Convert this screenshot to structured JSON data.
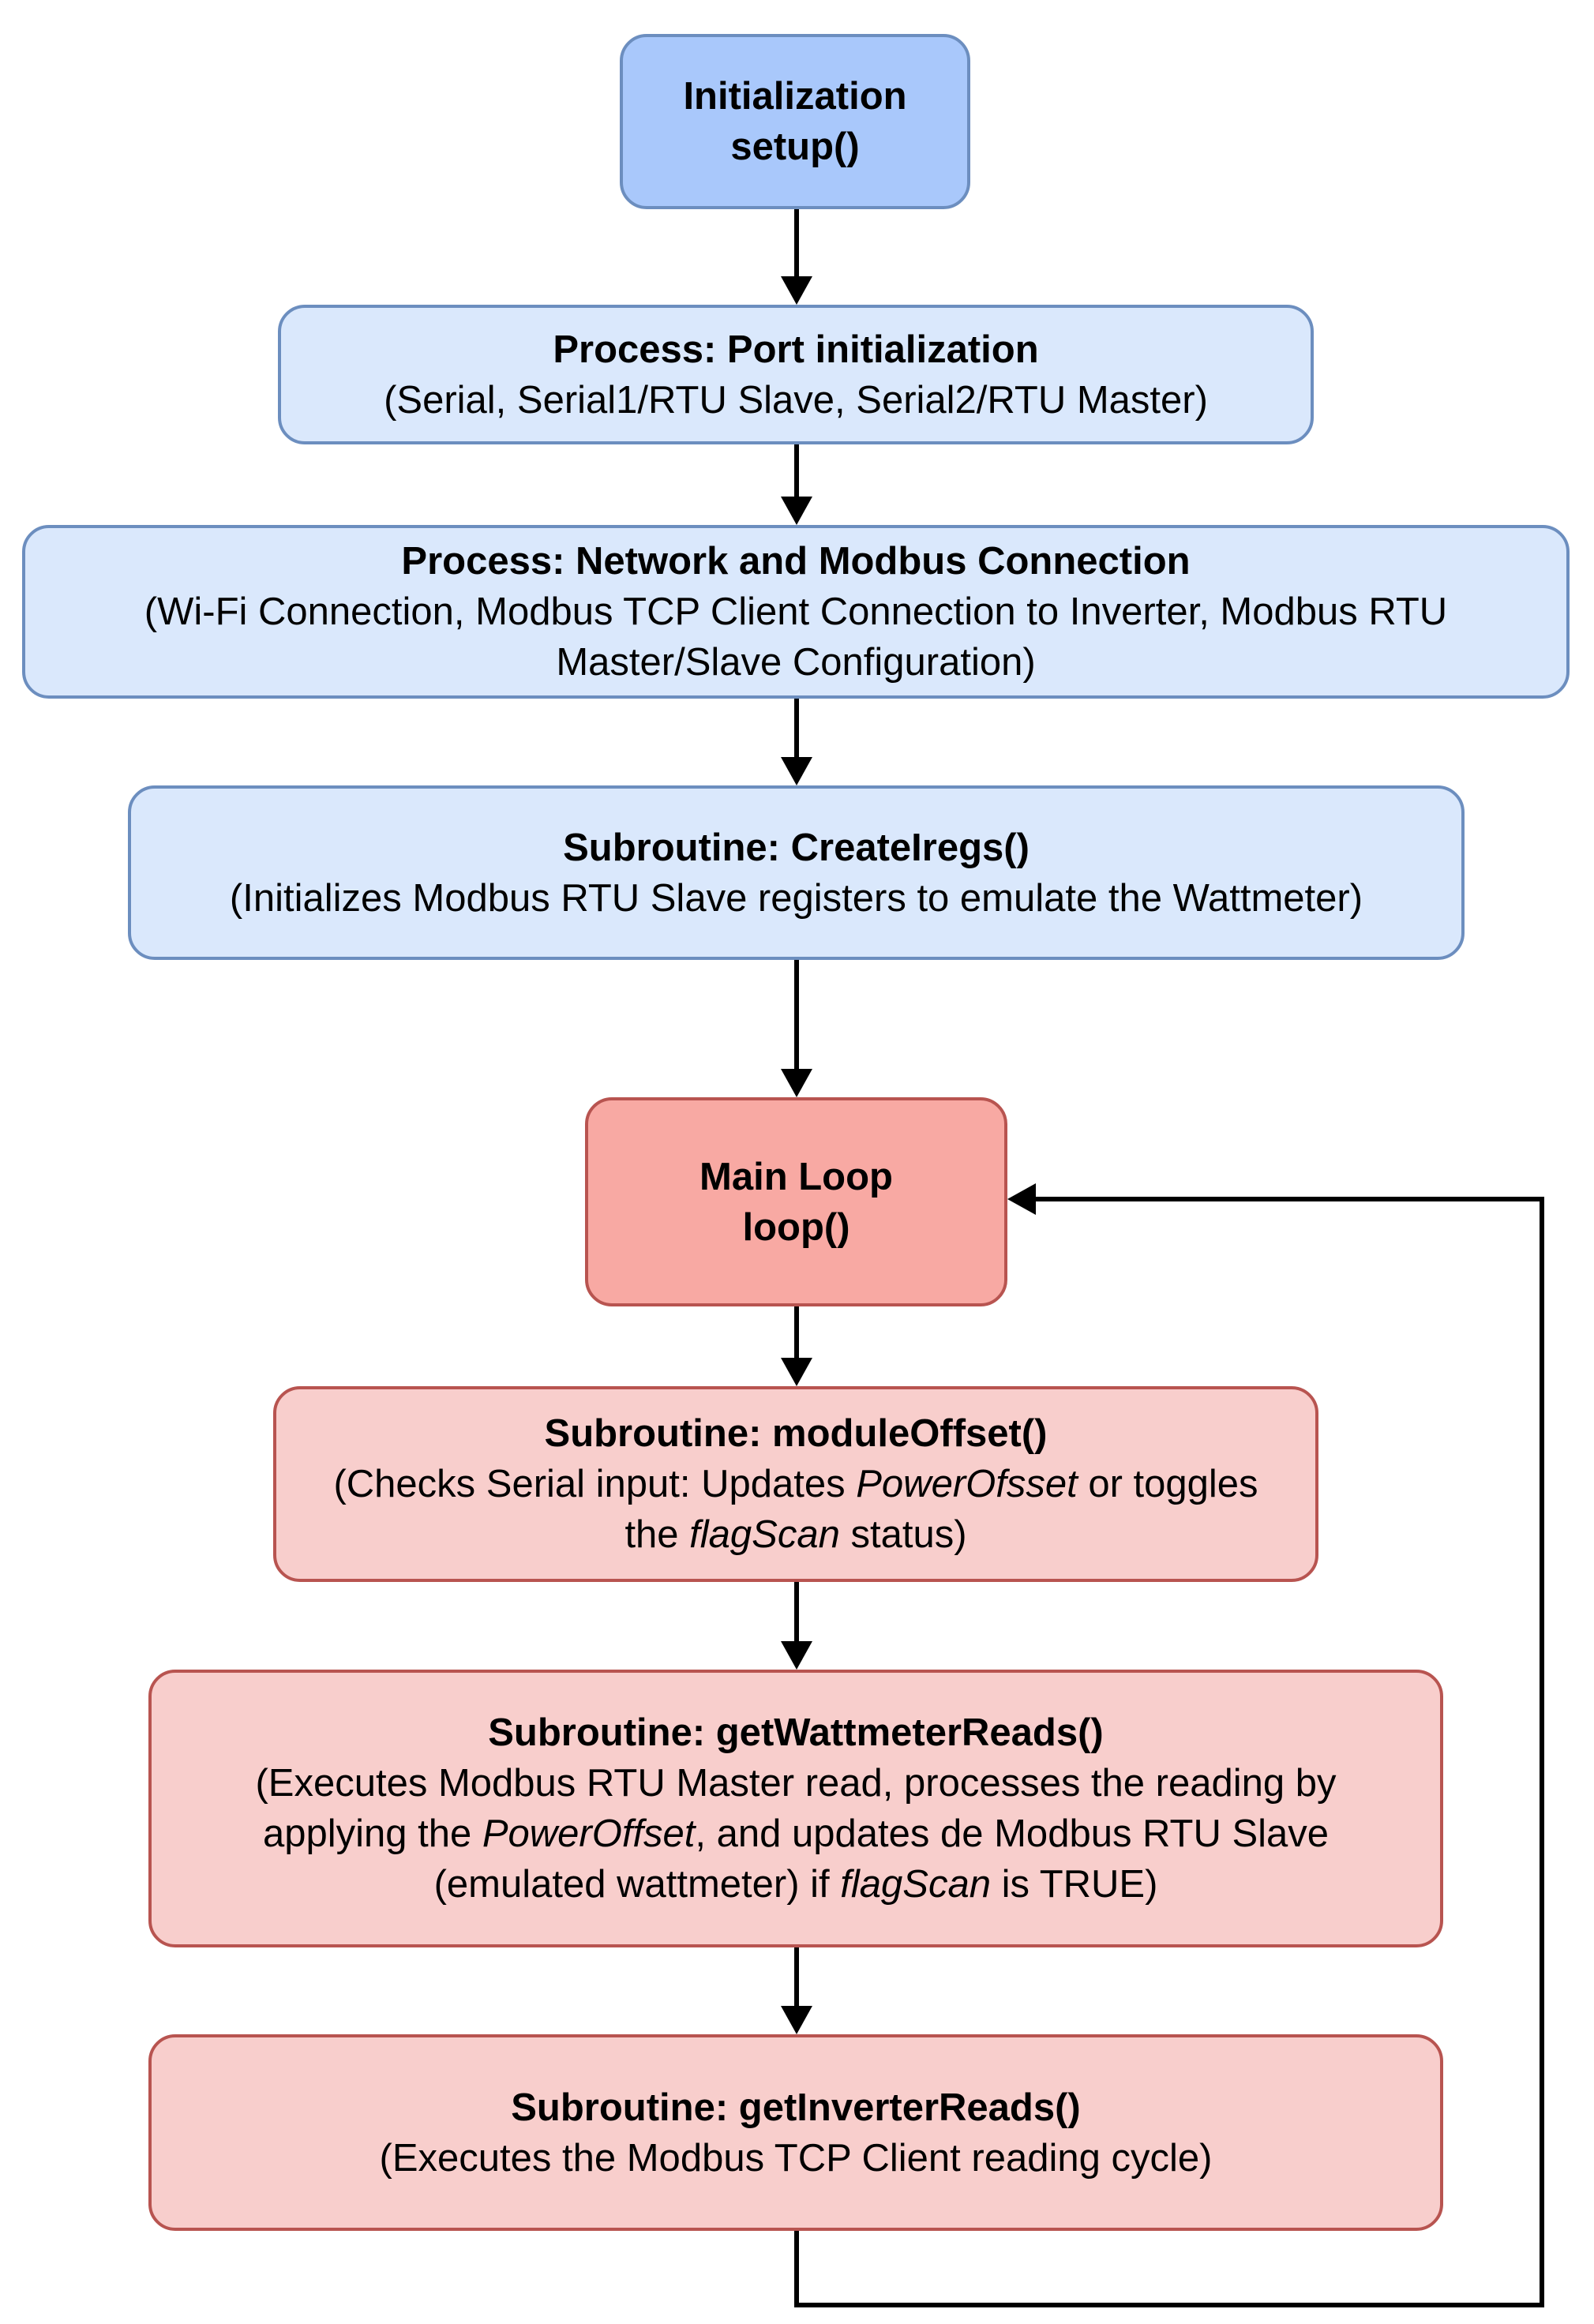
{
  "diagram": {
    "colors": {
      "setup_fill_strong": "#a9c8fb",
      "setup_fill_light": "#dae8fc",
      "setup_stroke": "#6c8ebf",
      "loop_fill_strong": "#f8a9a3",
      "loop_fill_light": "#f8cecc",
      "loop_stroke": "#b85450",
      "connector": "#000000"
    },
    "nodes": {
      "init": {
        "title": "Initialization",
        "subtitle": "setup()"
      },
      "port_init": {
        "title": "Process: Port initialization",
        "desc": "(Serial, Serial1/RTU Slave, Serial2/RTU Master)"
      },
      "network": {
        "title": "Process: Network and Modbus Connection",
        "desc_line1": "(Wi-Fi Connection, Modbus TCP Client Connection to Inverter, Modbus RTU",
        "desc_line2": "Master/Slave Configuration)"
      },
      "createiregs": {
        "title": "Subroutine: CreateIregs()",
        "desc": "(Initializes Modbus RTU Slave registers to emulate the Wattmeter)"
      },
      "main_loop": {
        "title": "Main Loop",
        "subtitle": "loop()"
      },
      "module_offset": {
        "title": "Subroutine: moduleOffset()",
        "desc_a": "(Checks Serial input: Updates ",
        "desc_b": "PowerOfsset",
        "desc_c": " or toggles",
        "desc_d": "the ",
        "desc_e": "flagScan",
        "desc_f": " status)"
      },
      "wattmeter_reads": {
        "title": "Subroutine: getWattmeterReads()",
        "line1": "(Executes Modbus RTU Master read, processes the reading by",
        "line2_a": "applying the ",
        "line2_b": "PowerOffset",
        "line2_c": ", and updates de Modbus RTU Slave",
        "line3_a": "(emulated wattmeter) if ",
        "line3_b": "flagScan",
        "line3_c": " is TRUE)"
      },
      "inverter_reads": {
        "title": "Subroutine: getInverterReads()",
        "desc": "(Executes the Modbus TCP Client reading cycle)"
      }
    }
  }
}
